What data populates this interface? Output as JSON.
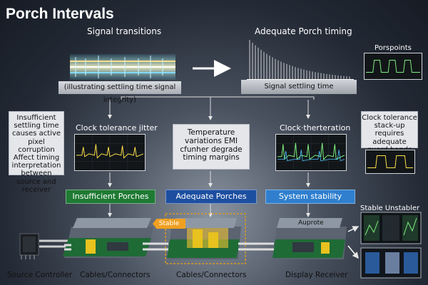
{
  "title": "Porch Intervals",
  "top": {
    "left_heading": "Signal transitions",
    "left_caption": "(illustrating settling time signal integrity)",
    "right_heading": "Adequate Porch timing",
    "right_caption": "Signal settling time",
    "inset_label": "Porspoints"
  },
  "notes": {
    "left": "Insufficient settling time causes active pixel corruption Affect timing interpretation between source and receiver",
    "right": "Clock tolerance stack-up requires adequate guard bands",
    "center": "Temperature variations EMI cfunher degrade timing margins"
  },
  "scopes": {
    "left_label": "Clock tolerance jitter",
    "right_label": "Clock·therteration"
  },
  "bars": {
    "insufficient": "Insufficient Porches",
    "adequate": "Adequate Porches",
    "stability": "System stability"
  },
  "boards": {
    "stable_tag": "Stable",
    "auprote": "Auprote"
  },
  "bottom": {
    "source": "Source Controller",
    "cables1": "Cables/Connectors",
    "cables2": "Cables/Connectors",
    "receiver": "Display Receiver",
    "right_label": "Stable Unstabler"
  },
  "colors": {
    "green_bar": "#1f7a33",
    "blue_bar": "#1d4fa0",
    "light_blue_bar": "#2f7fce",
    "stable_tag": "#f0a020"
  }
}
